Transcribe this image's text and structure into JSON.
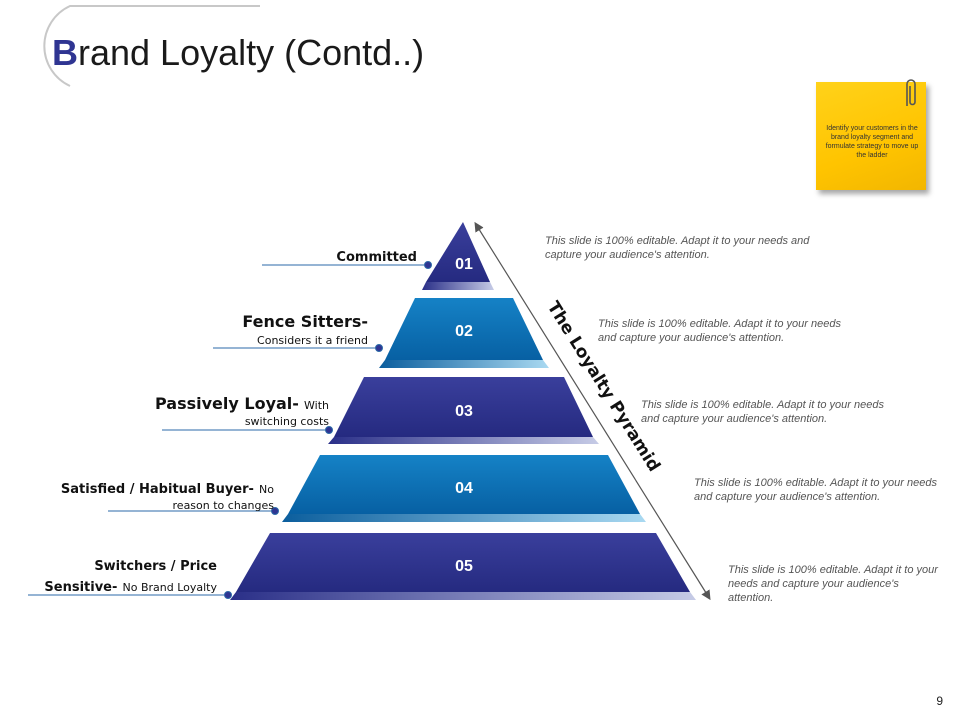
{
  "title": {
    "first_letter": "B",
    "rest": "rand Loyalty (Contd..)"
  },
  "sticky_note": {
    "text": "Identify your customers in the brand loyalty segment and formulate strategy to move up the ladder"
  },
  "pyramid": {
    "axis_label": "The Loyalty Pyramid",
    "levels": [
      {
        "number": "01",
        "label_main": "Committed",
        "label_sub": "",
        "description": "This slide is 100% editable. Adapt it to your needs and capture your audience's attention."
      },
      {
        "number": "02",
        "label_main": "Fence Sitters-",
        "label_sub": "Considers it a friend",
        "description": "This slide is 100% editable. Adapt it to your needs and capture your audience's attention."
      },
      {
        "number": "03",
        "label_main": "Passively Loyal-",
        "label_sub_inline": "With",
        "label_sub": "switching costs",
        "description": "This slide is 100% editable. Adapt it to your needs and capture your audience's attention."
      },
      {
        "number": "04",
        "label_main": "Satisfied / Habitual Buyer-",
        "label_sub_inline": "No",
        "label_sub": "reason to changes",
        "description": "This slide is 100% editable. Adapt it to your needs and capture your audience's attention."
      },
      {
        "number": "05",
        "label_main_line1": "Switchers / Price",
        "label_main": "Sensitive-",
        "label_sub_inline": "No Brand Loyalty",
        "description": "This slide is 100% editable. Adapt it to your needs and capture your audience's attention."
      }
    ]
  },
  "colors": {
    "dark_blue": "#2f3592",
    "mid_blue": "#0b6db3",
    "title_accent": "#2f3592",
    "note_yellow": "#ffc400"
  },
  "page_number": "9"
}
